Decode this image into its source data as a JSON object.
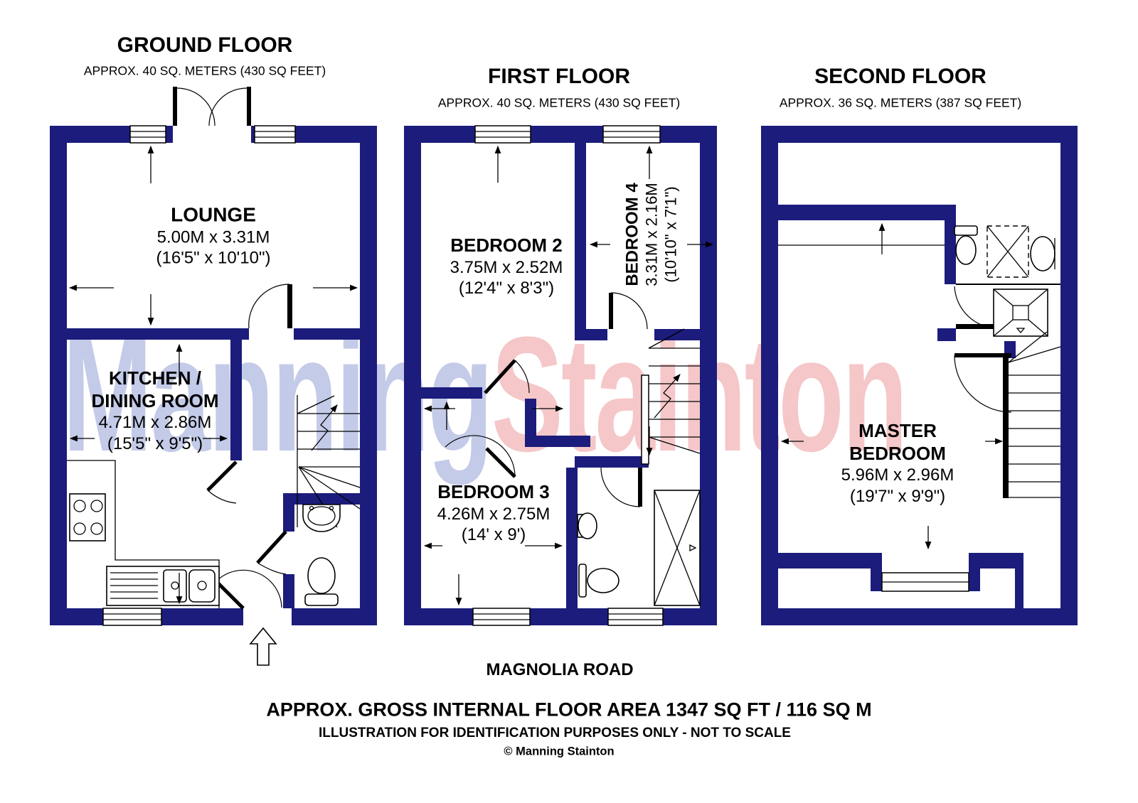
{
  "watermark": {
    "part1": "Manning",
    "part2": "Stainton",
    "color1": "#c3cbe8",
    "color2": "#f5c7c9"
  },
  "colors": {
    "wall": "#1c1c7c",
    "line": "#000000",
    "background": "#ffffff"
  },
  "floors": [
    {
      "title": "GROUND FLOOR",
      "subtitle": "APPROX. 40 SQ. METERS (430 SQ FEET)",
      "rooms": [
        {
          "name": "LOUNGE",
          "metric": "5.00M x 3.31M",
          "imperial": "(16'5\" x 10'10\")"
        },
        {
          "name": "KITCHEN /\nDINING ROOM",
          "metric": "4.71M x 2.86M",
          "imperial": "(15'5\" x 9'5\")"
        }
      ]
    },
    {
      "title": "FIRST FLOOR",
      "subtitle": "APPROX. 40 SQ. METERS (430 SQ FEET)",
      "rooms": [
        {
          "name": "BEDROOM 2",
          "metric": "3.75M x 2.52M",
          "imperial": "(12'4\" x 8'3\")"
        },
        {
          "name": "BEDROOM 4",
          "metric": "3.31M x 2.16M",
          "imperial": "(10'10\" x 7'1\")"
        },
        {
          "name": "BEDROOM 3",
          "metric": "4.26M x 2.75M",
          "imperial": "(14' x 9')"
        }
      ]
    },
    {
      "title": "SECOND FLOOR",
      "subtitle": "APPROX. 36 SQ. METERS (387 SQ FEET)",
      "rooms": [
        {
          "name": "MASTER\nBEDROOM",
          "metric": "5.96M x 2.96M",
          "imperial": "(19'7\" x 9'9\")"
        }
      ]
    }
  ],
  "footer": {
    "street": "MAGNOLIA ROAD",
    "area": "APPROX. GROSS INTERNAL FLOOR AREA 1347 SQ FT / 116 SQ M",
    "disclaimer": "ILLUSTRATION FOR IDENTIFICATION PURPOSES ONLY - NOT TO SCALE",
    "copyright": "© Manning Stainton"
  }
}
